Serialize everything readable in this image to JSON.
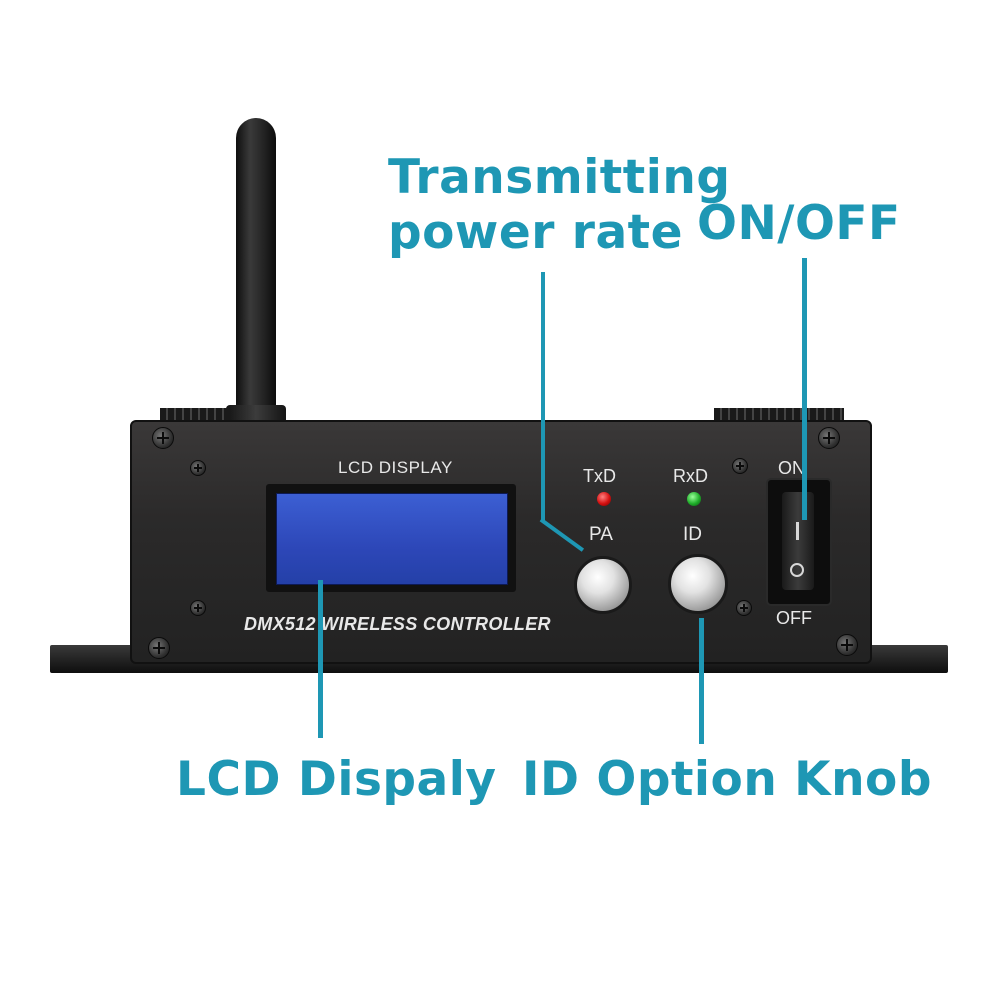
{
  "callouts": {
    "transmitting_line1": "Transmitting",
    "transmitting_line2": "power rate",
    "on_off": "ON/OFF",
    "lcd": "LCD Dispaly",
    "id_knob": "ID Option Knob"
  },
  "device": {
    "lcd_label": "LCD DISPLAY",
    "model": "DMX512 WIRELESS CONTROLLER",
    "txd": "TxD",
    "rxd": "RxD",
    "pa": "PA",
    "id": "ID",
    "switch_on": "ON",
    "switch_off": "OFF"
  },
  "colors": {
    "callout": "#1e97b4",
    "lcd_screen": "#2d47b8",
    "txd_led": "#d41010",
    "rxd_led": "#1fae2a"
  },
  "icons": [
    "antenna",
    "screw-icon",
    "led-icon",
    "knob",
    "rocker-switch"
  ]
}
